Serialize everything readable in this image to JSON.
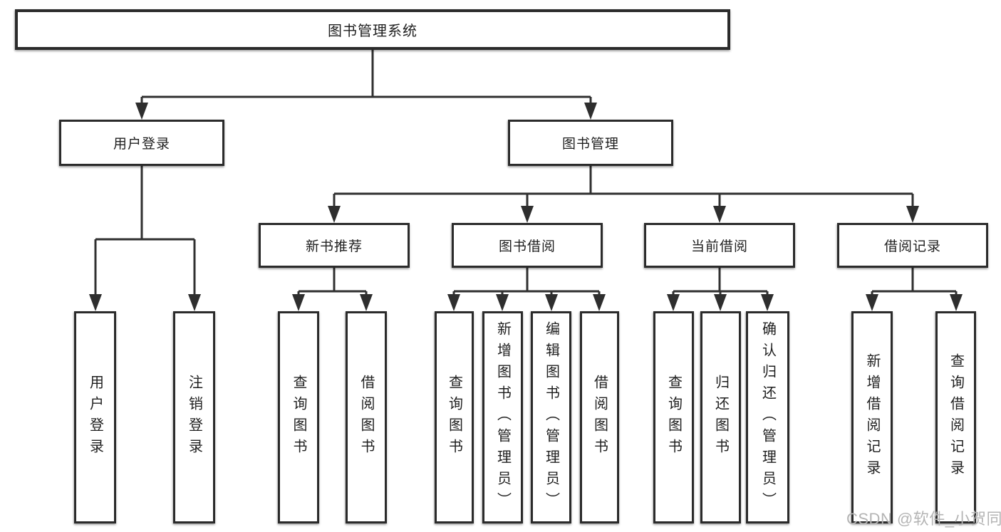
{
  "tree": {
    "label": "图书管理系统",
    "children": [
      {
        "label": "用户登录",
        "children": [
          {
            "label": "用户登录"
          },
          {
            "label": "注销登录"
          }
        ]
      },
      {
        "label": "图书管理",
        "children": [
          {
            "label": "新书推荐",
            "children": [
              {
                "label": "查询图书"
              },
              {
                "label": "借阅图书"
              }
            ]
          },
          {
            "label": "图书借阅",
            "children": [
              {
                "label": "查询图书"
              },
              {
                "label": "新增图书（管理员）"
              },
              {
                "label": "编辑图书（管理员）"
              },
              {
                "label": "借阅图书"
              }
            ]
          },
          {
            "label": "当前借阅",
            "children": [
              {
                "label": "查询图书"
              },
              {
                "label": "归还图书"
              },
              {
                "label": "确认归还（管理员）"
              }
            ]
          },
          {
            "label": "借阅记录",
            "children": [
              {
                "label": "新增借阅记录"
              },
              {
                "label": "查询借阅记录"
              }
            ]
          }
        ]
      }
    ]
  },
  "watermark": "CSDN @软件_小贺同学",
  "colors": {
    "line": "#303030",
    "border": "#2b2b2b",
    "text": "#1f1f1f",
    "watermark": "#b4b4b4",
    "background": "#ffffff"
  }
}
